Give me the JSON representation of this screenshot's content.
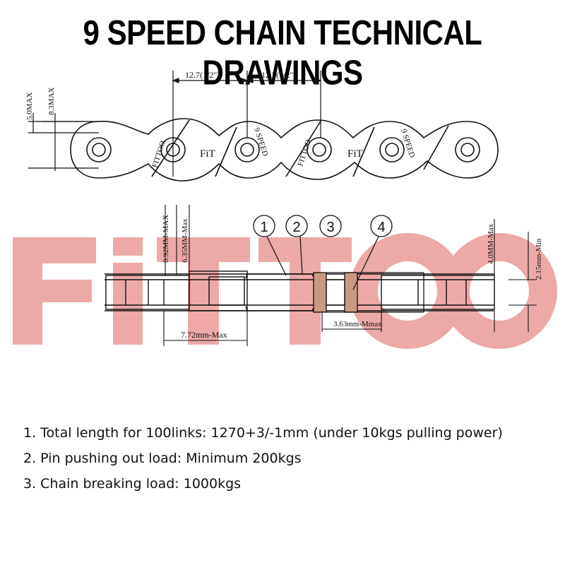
{
  "title": "9 SPEED CHAIN TECHNICAL DRAWINGS",
  "watermark": "FITTOO",
  "colors": {
    "watermark": "#e88b8b",
    "cutaway": "#c89a86",
    "line": "#111111"
  },
  "top_view": {
    "pitch_left": "12.7(1/2\")",
    "pitch_right": "12.7(1/2\")",
    "dim_5_0": "5.0MAX",
    "dim_8_3": "8.3MAX",
    "plate_brand_1": "FITTOO",
    "plate_logo_1": "FiT",
    "plate_speed_1": "9 SPEED",
    "plate_brand_2": "FITTOO",
    "plate_logo_2": "FiT",
    "plate_speed_2": "9 SPEED"
  },
  "side_view": {
    "callouts": [
      "1",
      "2",
      "3",
      "4"
    ],
    "dim_plate": "0.92MM-MAX",
    "dim_roller": "6.35MM-Max",
    "dim_pin_len": "7.72mm-Max",
    "dim_inner": "3.63mm-Mmax",
    "dim_height": "4.0MM-Max",
    "dim_pin_dia": "2.15mm-Min"
  },
  "notes": [
    "1. Total length for 100links: 1270+3/-1mm (under 10kgs pulling power)",
    "2. Pin pushing out load: Minimum 200kgs",
    "3. Chain breaking load: 1000kgs"
  ]
}
